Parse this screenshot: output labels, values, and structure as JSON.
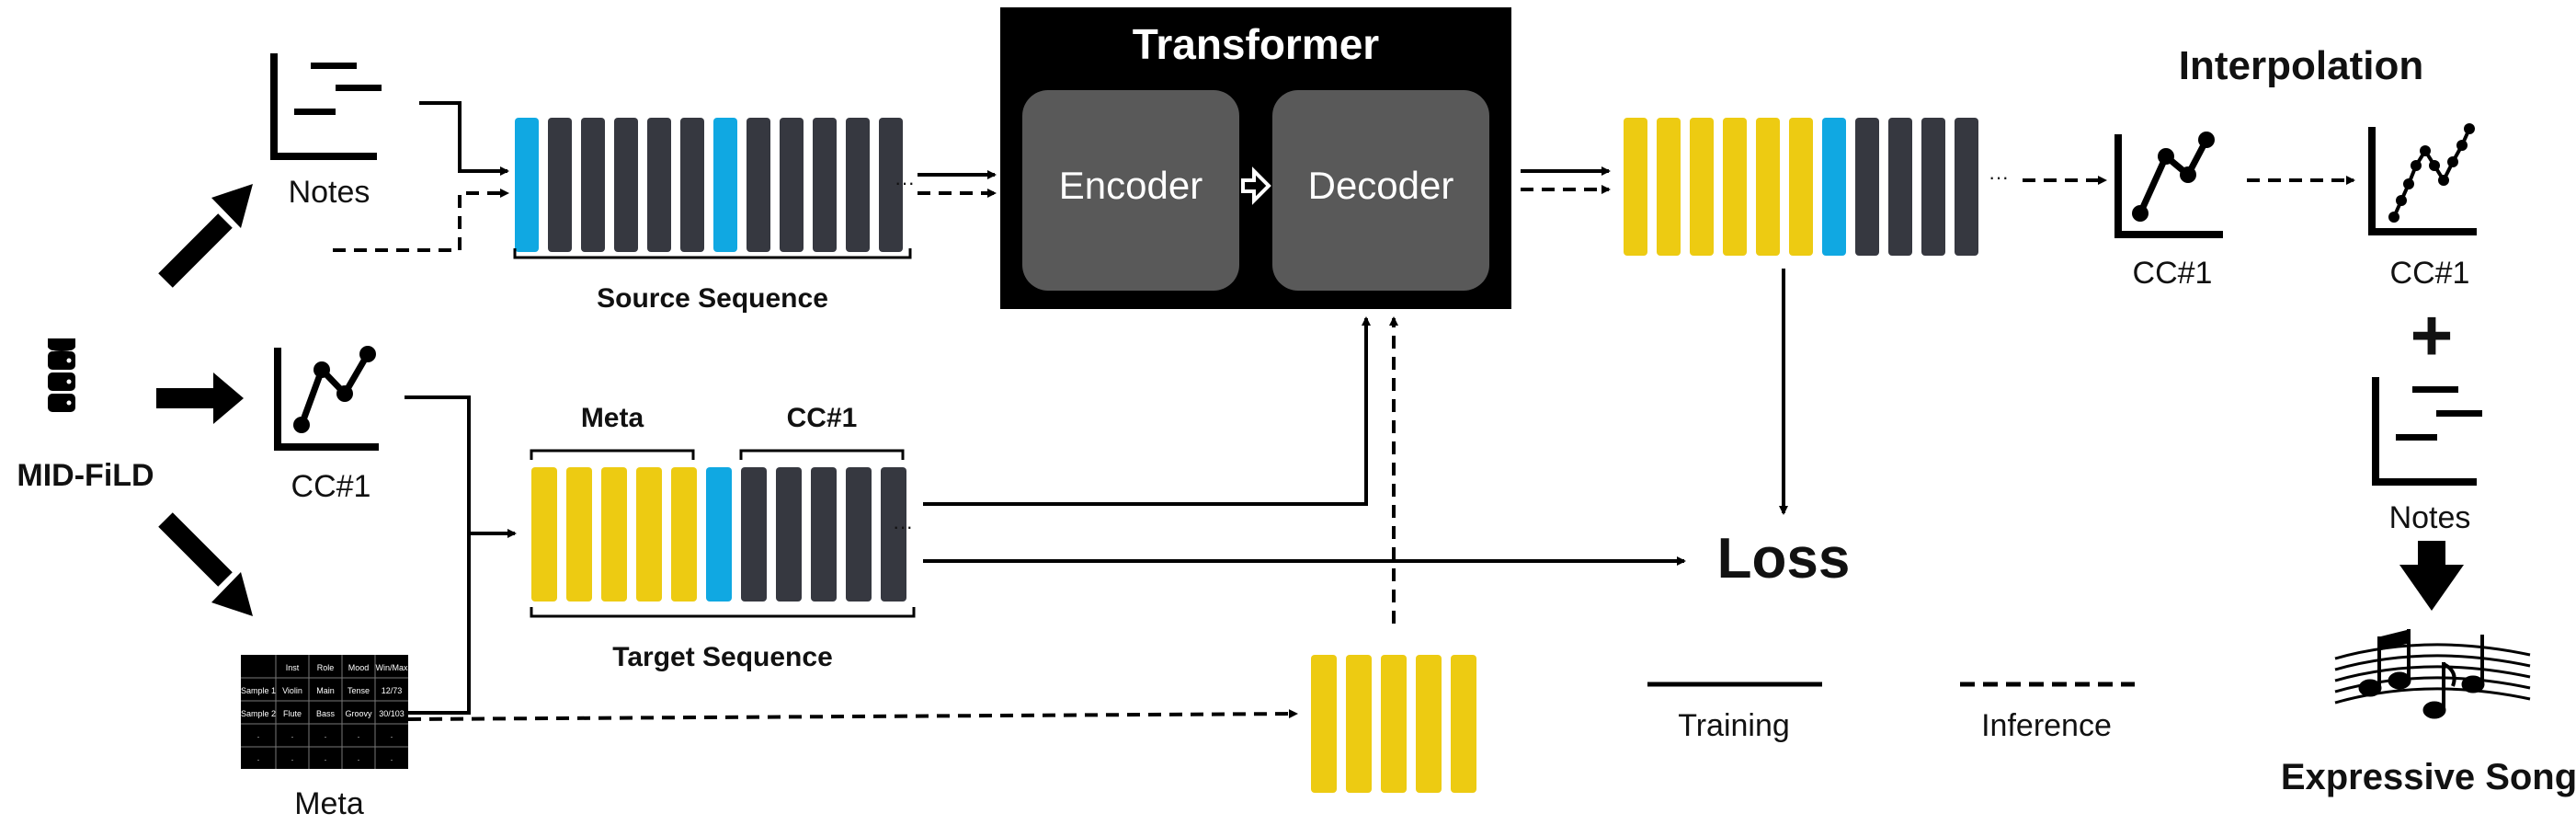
{
  "dataset": {
    "label": "MID-FiLD"
  },
  "inputs": {
    "notes_label": "Notes",
    "cc_label": "CC#1",
    "meta_label": "Meta"
  },
  "meta_table": {
    "headers": [
      "",
      "Inst",
      "Role",
      "Mood",
      "Win/Max"
    ],
    "rows": [
      [
        "Sample 1",
        "Violin",
        "Main",
        "Tense",
        "12/73"
      ],
      [
        "Sample 2",
        "Flute",
        "Bass",
        "Groovy",
        "30/103"
      ],
      [
        "·",
        "·",
        "·",
        "·",
        "·"
      ],
      [
        "·",
        "·",
        "·",
        "·",
        "·"
      ]
    ]
  },
  "source_sequence": {
    "label": "Source Sequence",
    "ellipsis": "···"
  },
  "target_sequence": {
    "label": "Target Sequence",
    "meta_label": "Meta",
    "cc_label": "CC#1",
    "ellipsis": "···"
  },
  "transformer": {
    "title": "Transformer",
    "encoder_label": "Encoder",
    "decoder_label": "Decoder"
  },
  "output": {
    "ellipsis": "···",
    "cc_label": "CC#1"
  },
  "interpolation": {
    "title": "Interpolation",
    "cc_label": "CC#1",
    "notes_label": "Notes",
    "plus": "+"
  },
  "loss": {
    "label": "Loss"
  },
  "legend": {
    "training_label": "Training",
    "inference_label": "Inference"
  },
  "result": {
    "label": "Expressive Song"
  },
  "colors": {
    "dark_token": "#363840",
    "meta_token": "#EDCB12",
    "sep_token": "#10A8E2",
    "transformer_bg": "#000000",
    "block_bg": "#595959"
  }
}
